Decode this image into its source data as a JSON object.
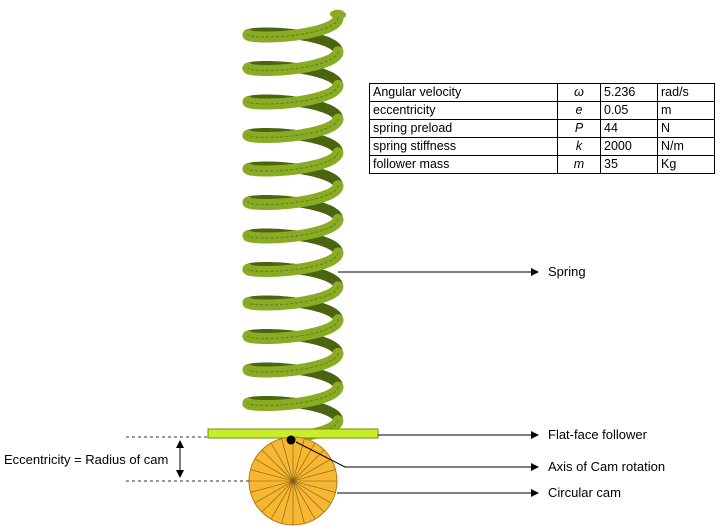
{
  "parameters": {
    "rows": [
      {
        "name": "Angular velocity",
        "symbol": "ω",
        "value": "5.236",
        "unit": "rad/s"
      },
      {
        "name": "eccentricity",
        "symbol": "e",
        "value": "0.05",
        "unit": "m"
      },
      {
        "name": "spring preload",
        "symbol": "P",
        "value": "44",
        "unit": "N"
      },
      {
        "name": "spring stiffness",
        "symbol": "k",
        "value": "2000",
        "unit": "N/m"
      },
      {
        "name": "follower mass",
        "symbol": "m",
        "value": "35",
        "unit": "Kg"
      }
    ]
  },
  "labels": {
    "spring": "Spring",
    "follower": "Flat-face follower",
    "axis": "Axis of Cam rotation",
    "cam": "Circular cam",
    "eccentricity": "Eccentricity = Radius of cam"
  },
  "colors": {
    "spring": "#8aab24",
    "spring_dark": "#4a6410",
    "follower": "#c8ee2a",
    "cam": "#f7b733",
    "cam_lines": "#7a5a10"
  }
}
